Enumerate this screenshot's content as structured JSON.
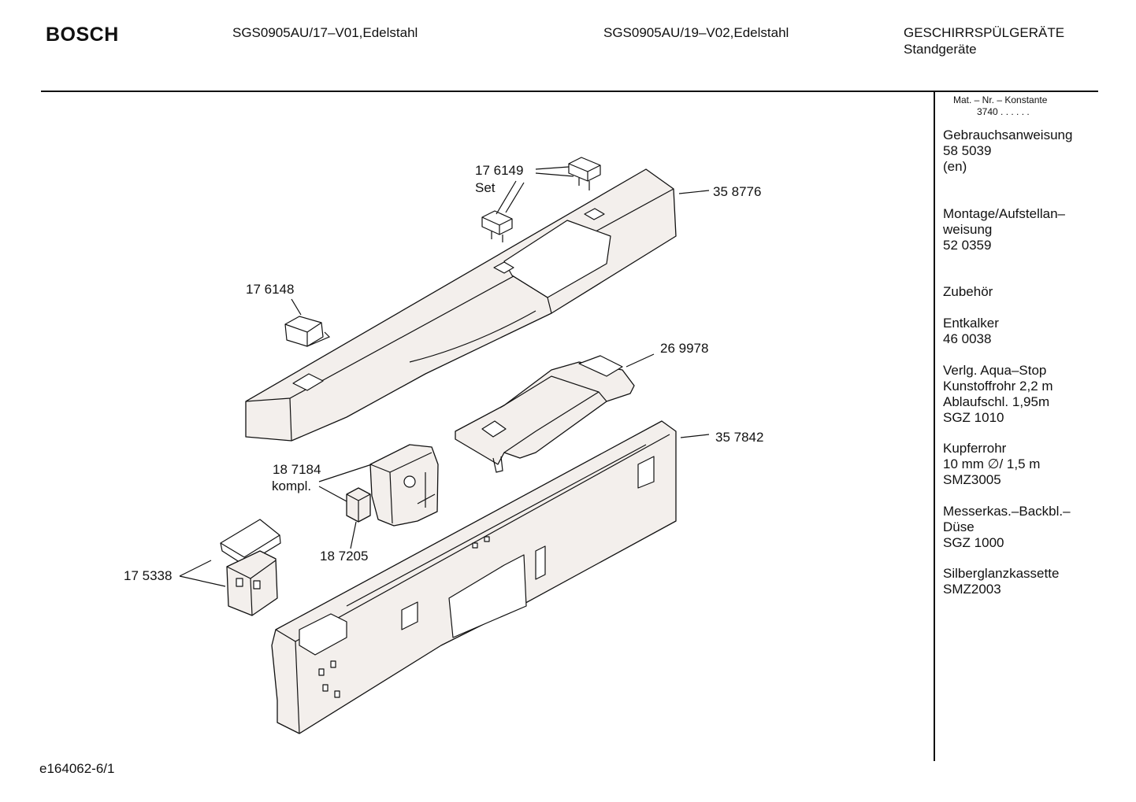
{
  "header": {
    "brand": "BOSCH",
    "model_1": "SGS0905AU/17–V01,Edelstahl",
    "model_2": "SGS0905AU/19–V02,Edelstahl",
    "category_line1": "GESCHIRRSPÜLGERÄTE",
    "category_line2": "Standgeräte"
  },
  "sidebar": {
    "mat_label": "Mat. – Nr. – Konstante",
    "mat_value": "3740 .  .  .  .  .  .",
    "blocks": [
      [
        "Gebrauchsanweisung",
        "58 5039",
        "(en)"
      ],
      [
        "Montage/Aufstellan–",
        "weisung",
        "52 0359"
      ],
      [
        "Zubehör"
      ],
      [
        "Entkalker",
        "46 0038"
      ],
      [
        "Verlg. Aqua–Stop",
        "Kunstoffrohr 2,2 m",
        "Ablaufschl. 1,95m",
        "SGZ 1010"
      ],
      [
        "Kupferrohr",
        "10 mm ∅/ 1,5 m",
        "SMZ3005"
      ],
      [
        "Messerkas.–Backbl.–",
        "Düse",
        "SGZ 1000"
      ],
      [
        "Silberglanzkassette",
        "SMZ2003"
      ]
    ]
  },
  "parts": {
    "p176149": "17 6149",
    "p176149_sub": "Set",
    "p358776": "35 8776",
    "p176148": "17 6148",
    "p269978": "26 9978",
    "p357842": "35 7842",
    "p187184": "18 7184",
    "p187184_sub": "kompl.",
    "p187205": "18 7205",
    "p175338": "17 5338"
  },
  "footer": {
    "drawing_id": "e164062-6/1"
  }
}
